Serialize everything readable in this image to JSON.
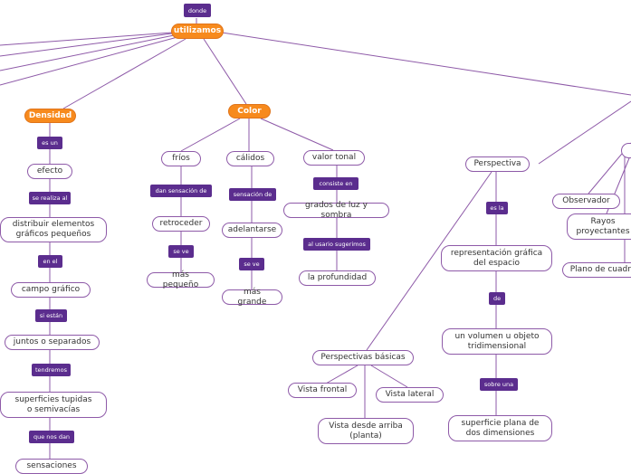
{
  "colors": {
    "line": "#8e5aa8",
    "main_node": "#f78a1d",
    "link_label": "#5b2d8e"
  },
  "root": {
    "label": "utilizamos",
    "tag": "donde"
  },
  "densidad": {
    "title": "Densidad",
    "chain": [
      "es un",
      "efecto",
      "se realiza al",
      "distribuir elementos\ngráficos pequeños",
      "en el",
      "campo gráfico",
      "si están",
      "juntos o separados",
      "tendremos",
      "superficies tupidas\no semivacías",
      "que nos dan",
      "sensaciones"
    ]
  },
  "color": {
    "title": "Color",
    "frios": [
      "fríos",
      "dan sensación de",
      "retroceder",
      "se ve",
      "más pequeño"
    ],
    "calidos": [
      "cálidos",
      "sensación de",
      "adelantarse",
      "se ve",
      "más grande"
    ],
    "tonal": [
      "valor tonal",
      "consiste en",
      "grados de luz y sombra",
      "al usario sugerimos",
      "la profundidad"
    ]
  },
  "perspectiva": {
    "title": "Perspectiva",
    "chain": [
      "es la",
      "representación gráfica\ndel espacio",
      "de",
      "un volumen u objeto\ntridimensional",
      "sobre una",
      "superficie plana de\ndos dimensiones"
    ],
    "basicas": {
      "title": "Perspectivas básicas",
      "items": [
        "Vista frontal",
        "Vista lateral",
        "Vista desde arriba\n(planta)"
      ]
    }
  },
  "elements": {
    "items": [
      "Observador",
      "Rayos\nproyectantes",
      "Plano de cuadro"
    ]
  }
}
